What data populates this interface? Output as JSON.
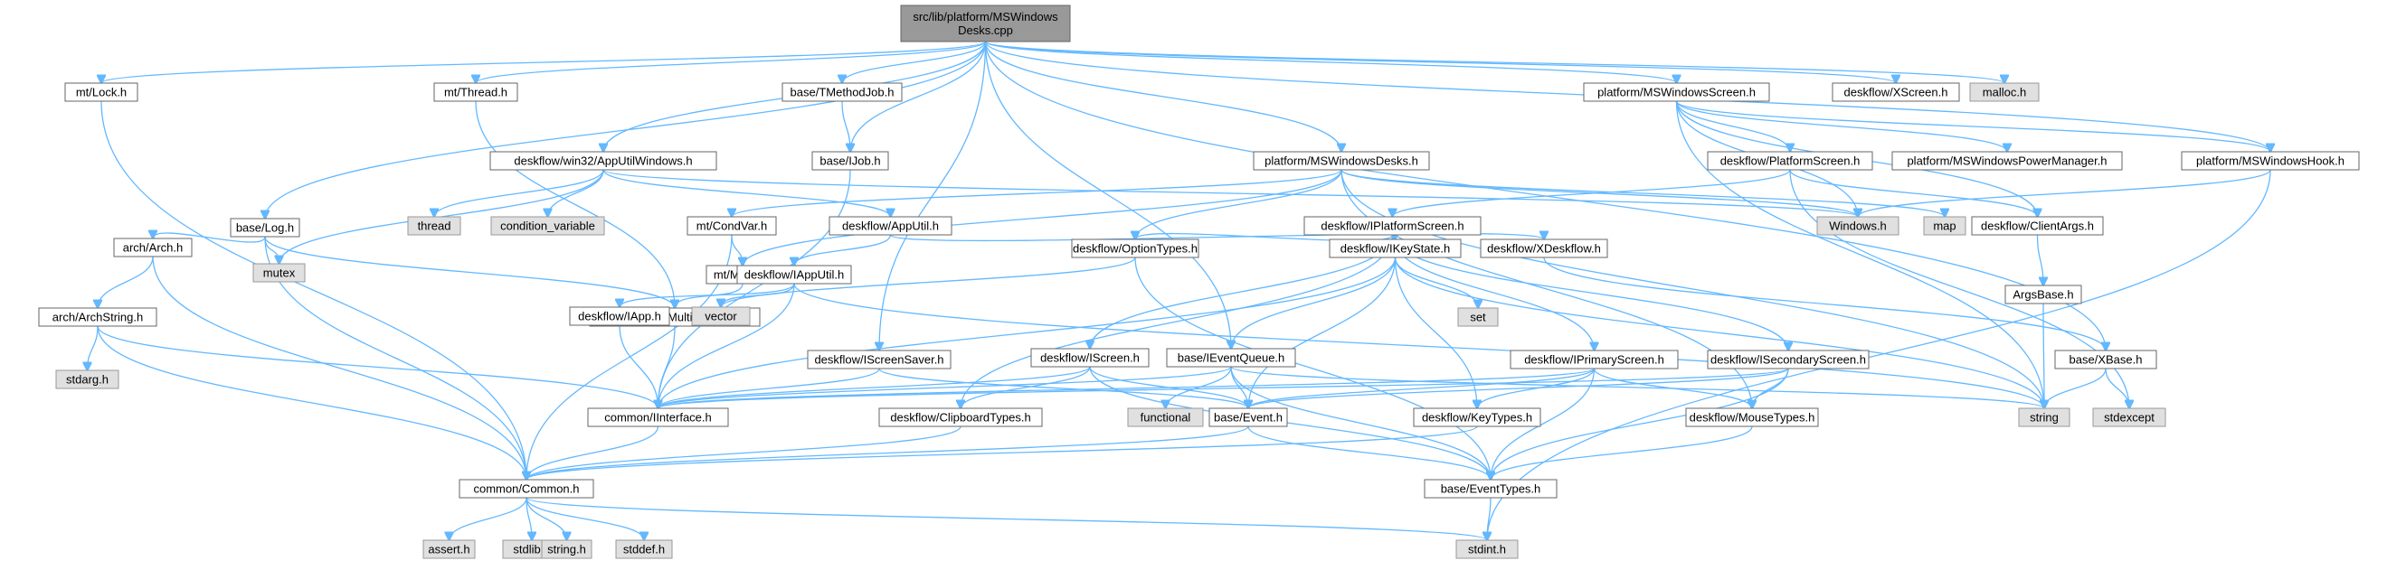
{
  "graph": {
    "colors": {
      "edge": "#63b8ff",
      "root_fill": "#999999",
      "normal_fill": "#ffffff",
      "system_fill": "#e0e0e0",
      "border": "#666666"
    },
    "nodes": [
      {
        "id": "root",
        "lines": [
          "src/lib/platform/MSWindows",
          "Desks.cpp"
        ],
        "kind": "root"
      },
      {
        "id": "mtLock",
        "lines": [
          "mt/Lock.h"
        ],
        "kind": "normal"
      },
      {
        "id": "mtThread",
        "lines": [
          "mt/Thread.h"
        ],
        "kind": "normal"
      },
      {
        "id": "baseTMethodJob",
        "lines": [
          "base/TMethodJob.h"
        ],
        "kind": "normal"
      },
      {
        "id": "msScreen",
        "lines": [
          "platform/MSWindowsScreen.h"
        ],
        "kind": "normal"
      },
      {
        "id": "xscreen",
        "lines": [
          "deskflow/XScreen.h"
        ],
        "kind": "normal"
      },
      {
        "id": "malloc",
        "lines": [
          "malloc.h"
        ],
        "kind": "system"
      },
      {
        "id": "appUtilWin",
        "lines": [
          "deskflow/win32/AppUtilWindows.h"
        ],
        "kind": "normal"
      },
      {
        "id": "baseIJob",
        "lines": [
          "base/IJob.h"
        ],
        "kind": "normal"
      },
      {
        "id": "msDesks",
        "lines": [
          "platform/MSWindowsDesks.h"
        ],
        "kind": "normal"
      },
      {
        "id": "platformScreen",
        "lines": [
          "deskflow/PlatformScreen.h"
        ],
        "kind": "normal"
      },
      {
        "id": "powerMgr",
        "lines": [
          "platform/MSWindowsPowerManager.h"
        ],
        "kind": "normal"
      },
      {
        "id": "msHook",
        "lines": [
          "platform/MSWindowsHook.h"
        ],
        "kind": "normal"
      },
      {
        "id": "baseLog",
        "lines": [
          "base/Log.h"
        ],
        "kind": "normal"
      },
      {
        "id": "thread",
        "lines": [
          "thread"
        ],
        "kind": "system"
      },
      {
        "id": "condvar",
        "lines": [
          "condition_variable"
        ],
        "kind": "system"
      },
      {
        "id": "mtCondVar",
        "lines": [
          "mt/CondVar.h"
        ],
        "kind": "normal"
      },
      {
        "id": "appUtil",
        "lines": [
          "deskflow/AppUtil.h"
        ],
        "kind": "normal"
      },
      {
        "id": "iPlatformScreen",
        "lines": [
          "deskflow/IPlatformScreen.h"
        ],
        "kind": "normal"
      },
      {
        "id": "windows",
        "lines": [
          "Windows.h"
        ],
        "kind": "system"
      },
      {
        "id": "map",
        "lines": [
          "map"
        ],
        "kind": "system"
      },
      {
        "id": "clientArgs",
        "lines": [
          "deskflow/ClientArgs.h"
        ],
        "kind": "normal"
      },
      {
        "id": "archArch",
        "lines": [
          "arch/Arch.h"
        ],
        "kind": "normal"
      },
      {
        "id": "mutex",
        "lines": [
          "mutex"
        ],
        "kind": "system"
      },
      {
        "id": "mtMutex",
        "lines": [
          "mt/Mutex.h"
        ],
        "kind": "normal"
      },
      {
        "id": "iAppUtil",
        "lines": [
          "deskflow/IAppUtil.h"
        ],
        "kind": "normal"
      },
      {
        "id": "optionTypes",
        "lines": [
          "deskflow/OptionTypes.h"
        ],
        "kind": "normal"
      },
      {
        "id": "iKeyState",
        "lines": [
          "deskflow/IKeyState.h"
        ],
        "kind": "normal"
      },
      {
        "id": "xDeskflow",
        "lines": [
          "deskflow/XDeskflow.h"
        ],
        "kind": "normal"
      },
      {
        "id": "argsBase",
        "lines": [
          "ArgsBase.h"
        ],
        "kind": "normal"
      },
      {
        "id": "archString",
        "lines": [
          "arch/ArchString.h"
        ],
        "kind": "normal"
      },
      {
        "id": "archMT",
        "lines": [
          "arch/IArchMultithread.h"
        ],
        "kind": "normal"
      },
      {
        "id": "iApp",
        "lines": [
          "deskflow/IApp.h"
        ],
        "kind": "normal"
      },
      {
        "id": "vector",
        "lines": [
          "vector"
        ],
        "kind": "system"
      },
      {
        "id": "iScreenSaver",
        "lines": [
          "deskflow/IScreenSaver.h"
        ],
        "kind": "normal"
      },
      {
        "id": "iScreen",
        "lines": [
          "deskflow/IScreen.h"
        ],
        "kind": "normal"
      },
      {
        "id": "iEventQueue",
        "lines": [
          "base/IEventQueue.h"
        ],
        "kind": "normal"
      },
      {
        "id": "set",
        "lines": [
          "set"
        ],
        "kind": "system"
      },
      {
        "id": "iPrimary",
        "lines": [
          "deskflow/IPrimaryScreen.h"
        ],
        "kind": "normal"
      },
      {
        "id": "iSecondary",
        "lines": [
          "deskflow/ISecondaryScreen.h"
        ],
        "kind": "normal"
      },
      {
        "id": "xBase",
        "lines": [
          "base/XBase.h"
        ],
        "kind": "normal"
      },
      {
        "id": "stdarg",
        "lines": [
          "stdarg.h"
        ],
        "kind": "system"
      },
      {
        "id": "iInterface",
        "lines": [
          "common/IInterface.h"
        ],
        "kind": "normal"
      },
      {
        "id": "clipTypes",
        "lines": [
          "deskflow/ClipboardTypes.h"
        ],
        "kind": "normal"
      },
      {
        "id": "functional",
        "lines": [
          "functional"
        ],
        "kind": "system"
      },
      {
        "id": "baseEvent",
        "lines": [
          "base/Event.h"
        ],
        "kind": "normal"
      },
      {
        "id": "keyTypes",
        "lines": [
          "deskflow/KeyTypes.h"
        ],
        "kind": "normal"
      },
      {
        "id": "mouseTypes",
        "lines": [
          "deskflow/MouseTypes.h"
        ],
        "kind": "normal"
      },
      {
        "id": "string",
        "lines": [
          "string"
        ],
        "kind": "system"
      },
      {
        "id": "stdexcept",
        "lines": [
          "stdexcept"
        ],
        "kind": "system"
      },
      {
        "id": "common",
        "lines": [
          "common/Common.h"
        ],
        "kind": "normal"
      },
      {
        "id": "eventTypes",
        "lines": [
          "base/EventTypes.h"
        ],
        "kind": "normal"
      },
      {
        "id": "assert",
        "lines": [
          "assert.h"
        ],
        "kind": "system"
      },
      {
        "id": "stdlib",
        "lines": [
          "stdlib.h"
        ],
        "kind": "system"
      },
      {
        "id": "stringh",
        "lines": [
          "string.h"
        ],
        "kind": "system"
      },
      {
        "id": "stddef",
        "lines": [
          "stddef.h"
        ],
        "kind": "system"
      },
      {
        "id": "stdint",
        "lines": [
          "stdint.h"
        ],
        "kind": "system"
      }
    ],
    "edges": [
      [
        "root",
        "mtLock"
      ],
      [
        "root",
        "mtThread"
      ],
      [
        "root",
        "baseTMethodJob"
      ],
      [
        "root",
        "msScreen"
      ],
      [
        "root",
        "xscreen"
      ],
      [
        "root",
        "malloc"
      ],
      [
        "root",
        "appUtilWin"
      ],
      [
        "root",
        "baseIJob"
      ],
      [
        "root",
        "msDesks"
      ],
      [
        "root",
        "msHook"
      ],
      [
        "root",
        "baseLog"
      ],
      [
        "root",
        "iScreenSaver"
      ],
      [
        "root",
        "iEventQueue"
      ],
      [
        "root",
        "xBase"
      ],
      [
        "mtLock",
        "common"
      ],
      [
        "mtThread",
        "archMT"
      ],
      [
        "baseTMethodJob",
        "baseIJob"
      ],
      [
        "baseIJob",
        "iInterface"
      ],
      [
        "msScreen",
        "platformScreen"
      ],
      [
        "msScreen",
        "powerMgr"
      ],
      [
        "msScreen",
        "msHook"
      ],
      [
        "msScreen",
        "windows"
      ],
      [
        "msScreen",
        "clientArgs"
      ],
      [
        "msScreen",
        "string"
      ],
      [
        "msHook",
        "windows"
      ],
      [
        "msHook",
        "stdint"
      ],
      [
        "appUtilWin",
        "thread"
      ],
      [
        "appUtilWin",
        "condvar"
      ],
      [
        "appUtilWin",
        "appUtil"
      ],
      [
        "appUtilWin",
        "mutex"
      ],
      [
        "appUtilWin",
        "windows"
      ],
      [
        "msDesks",
        "mtCondVar"
      ],
      [
        "msDesks",
        "mtMutex"
      ],
      [
        "msDesks",
        "optionTypes"
      ],
      [
        "msDesks",
        "windows"
      ],
      [
        "msDesks",
        "map"
      ],
      [
        "msDesks",
        "string"
      ],
      [
        "msDesks",
        "mouseTypes"
      ],
      [
        "platformScreen",
        "iPlatformScreen"
      ],
      [
        "platformScreen",
        "clientArgs"
      ],
      [
        "platformScreen",
        "stdexcept"
      ],
      [
        "baseLog",
        "archArch"
      ],
      [
        "baseLog",
        "mutex"
      ],
      [
        "baseLog",
        "archMT"
      ],
      [
        "baseLog",
        "common"
      ],
      [
        "mtCondVar",
        "mtMutex"
      ],
      [
        "mtCondVar",
        "common"
      ],
      [
        "appUtil",
        "iAppUtil"
      ],
      [
        "appUtil",
        "xDeskflow"
      ],
      [
        "iPlatformScreen",
        "iKeyState"
      ],
      [
        "iPlatformScreen",
        "iPrimary"
      ],
      [
        "iPlatformScreen",
        "iSecondary"
      ],
      [
        "iPlatformScreen",
        "iScreen"
      ],
      [
        "iPlatformScreen",
        "clipTypes"
      ],
      [
        "iPlatformScreen",
        "optionTypes"
      ],
      [
        "clientArgs",
        "argsBase"
      ],
      [
        "argsBase",
        "string"
      ],
      [
        "archArch",
        "archString"
      ],
      [
        "archArch",
        "common"
      ],
      [
        "archString",
        "stdarg"
      ],
      [
        "archString",
        "common"
      ],
      [
        "archString",
        "iInterface"
      ],
      [
        "mtMutex",
        "archMT"
      ],
      [
        "archMT",
        "iInterface"
      ],
      [
        "iAppUtil",
        "iApp"
      ],
      [
        "iAppUtil",
        "vector"
      ],
      [
        "iAppUtil",
        "iInterface"
      ],
      [
        "iAppUtil",
        "string"
      ],
      [
        "iApp",
        "iInterface"
      ],
      [
        "optionTypes",
        "eventTypes"
      ],
      [
        "optionTypes",
        "vector"
      ],
      [
        "iKeyState",
        "iEventQueue"
      ],
      [
        "iKeyState",
        "set"
      ],
      [
        "iKeyState",
        "keyTypes"
      ],
      [
        "iKeyState",
        "baseEvent"
      ],
      [
        "iKeyState",
        "string"
      ],
      [
        "iKeyState",
        "iInterface"
      ],
      [
        "xDeskflow",
        "xBase"
      ],
      [
        "iScreenSaver",
        "iInterface"
      ],
      [
        "iScreenSaver",
        "baseEvent"
      ],
      [
        "iScreen",
        "iInterface"
      ],
      [
        "iScreen",
        "clipTypes"
      ],
      [
        "iScreen",
        "baseEvent"
      ],
      [
        "iScreen",
        "eventTypes"
      ],
      [
        "iEventQueue",
        "iInterface"
      ],
      [
        "iEventQueue",
        "functional"
      ],
      [
        "iEventQueue",
        "baseEvent"
      ],
      [
        "iEventQueue",
        "eventTypes"
      ],
      [
        "iEventQueue",
        "string"
      ],
      [
        "iPrimary",
        "iInterface"
      ],
      [
        "iPrimary",
        "baseEvent"
      ],
      [
        "iPrimary",
        "keyTypes"
      ],
      [
        "iPrimary",
        "mouseTypes"
      ],
      [
        "iPrimary",
        "eventTypes"
      ],
      [
        "iSecondary",
        "iInterface"
      ],
      [
        "iSecondary",
        "baseEvent"
      ],
      [
        "iSecondary",
        "mouseTypes"
      ],
      [
        "iSecondary",
        "eventTypes"
      ],
      [
        "xBase",
        "string"
      ],
      [
        "xBase",
        "stdexcept"
      ],
      [
        "iInterface",
        "common"
      ],
      [
        "clipTypes",
        "common"
      ],
      [
        "baseEvent",
        "common"
      ],
      [
        "baseEvent",
        "eventTypes"
      ],
      [
        "keyTypes",
        "common"
      ],
      [
        "mouseTypes",
        "eventTypes"
      ],
      [
        "common",
        "assert"
      ],
      [
        "common",
        "stdlib"
      ],
      [
        "common",
        "stringh"
      ],
      [
        "common",
        "stddef"
      ],
      [
        "common",
        "stdint"
      ],
      [
        "eventTypes",
        "stdint"
      ]
    ]
  }
}
